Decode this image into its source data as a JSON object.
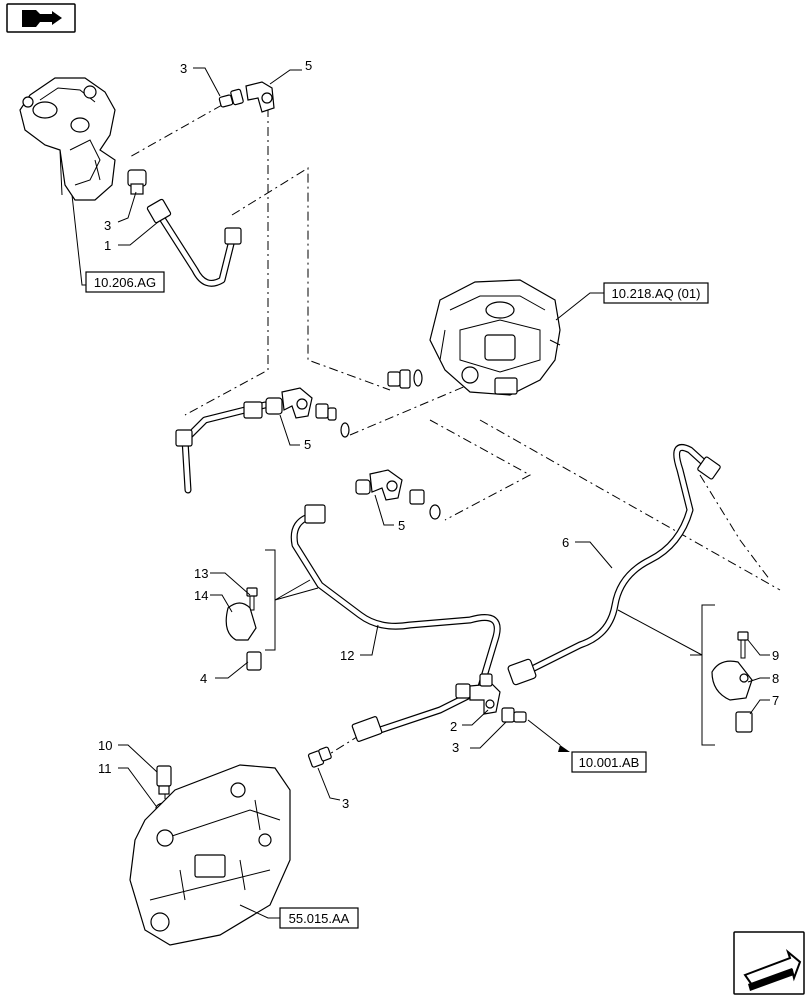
{
  "callouts": {
    "c1": "1",
    "c2": "2",
    "c3a": "3",
    "c3b": "3",
    "c3c": "3",
    "c3d": "3",
    "c4": "4",
    "c5a": "5",
    "c5b": "5",
    "c5c": "5",
    "c6": "6",
    "c7": "7",
    "c8": "8",
    "c9": "9",
    "c10": "10",
    "c11": "11",
    "c12": "12",
    "c13": "13",
    "c14": "14"
  },
  "references": {
    "ref_10206AG": "10.206.AG",
    "ref_10218AQ": "10.218.AQ (01)",
    "ref_10001AB": "10.001.AB",
    "ref_55015AA": "55.015.AA"
  },
  "icons": {
    "top_left": "book-arrow-icon",
    "bottom_right": "next-page-arrow-icon"
  }
}
